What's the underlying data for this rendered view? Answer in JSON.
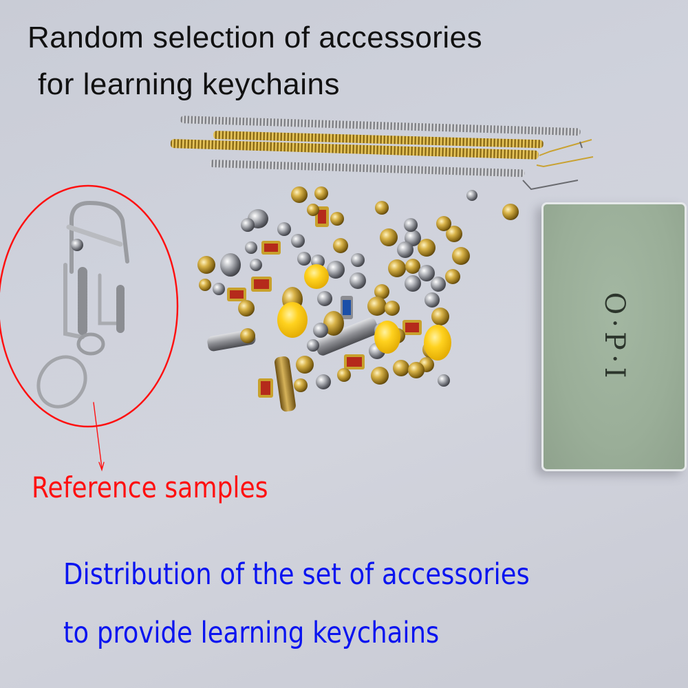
{
  "header": {
    "line1": "Random selection of accessories",
    "line2": "for learning keychains"
  },
  "annotation": {
    "label": "Reference samples",
    "color": "#ff1010"
  },
  "footer": {
    "line1": "Distribution of the set of accessories",
    "line2": "to provide learning keychains",
    "color": "#0a14f0"
  },
  "product": {
    "sanding_block_text": "O·P·I",
    "items": [
      "keychain-sample",
      "springs",
      "beads",
      "sanding-block"
    ]
  },
  "colors": {
    "background": "#cfd2dc",
    "gold": "#c9a233",
    "silver": "#a9a9ad",
    "amber": "#f5c518",
    "block_green": "#9aae98"
  }
}
